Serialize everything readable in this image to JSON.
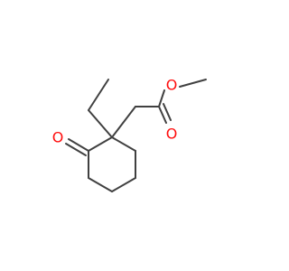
{
  "molecule": {
    "atoms": [
      {
        "id": "O_ketone",
        "element": "O",
        "label": "O"
      },
      {
        "id": "O_ester_carbonyl",
        "element": "O",
        "label": "O"
      },
      {
        "id": "O_ester_ether",
        "element": "O",
        "label": "O"
      }
    ]
  },
  "colors": {
    "bond": "#404040",
    "oxygen": "#ff0d0d",
    "background": "#ffffff"
  }
}
